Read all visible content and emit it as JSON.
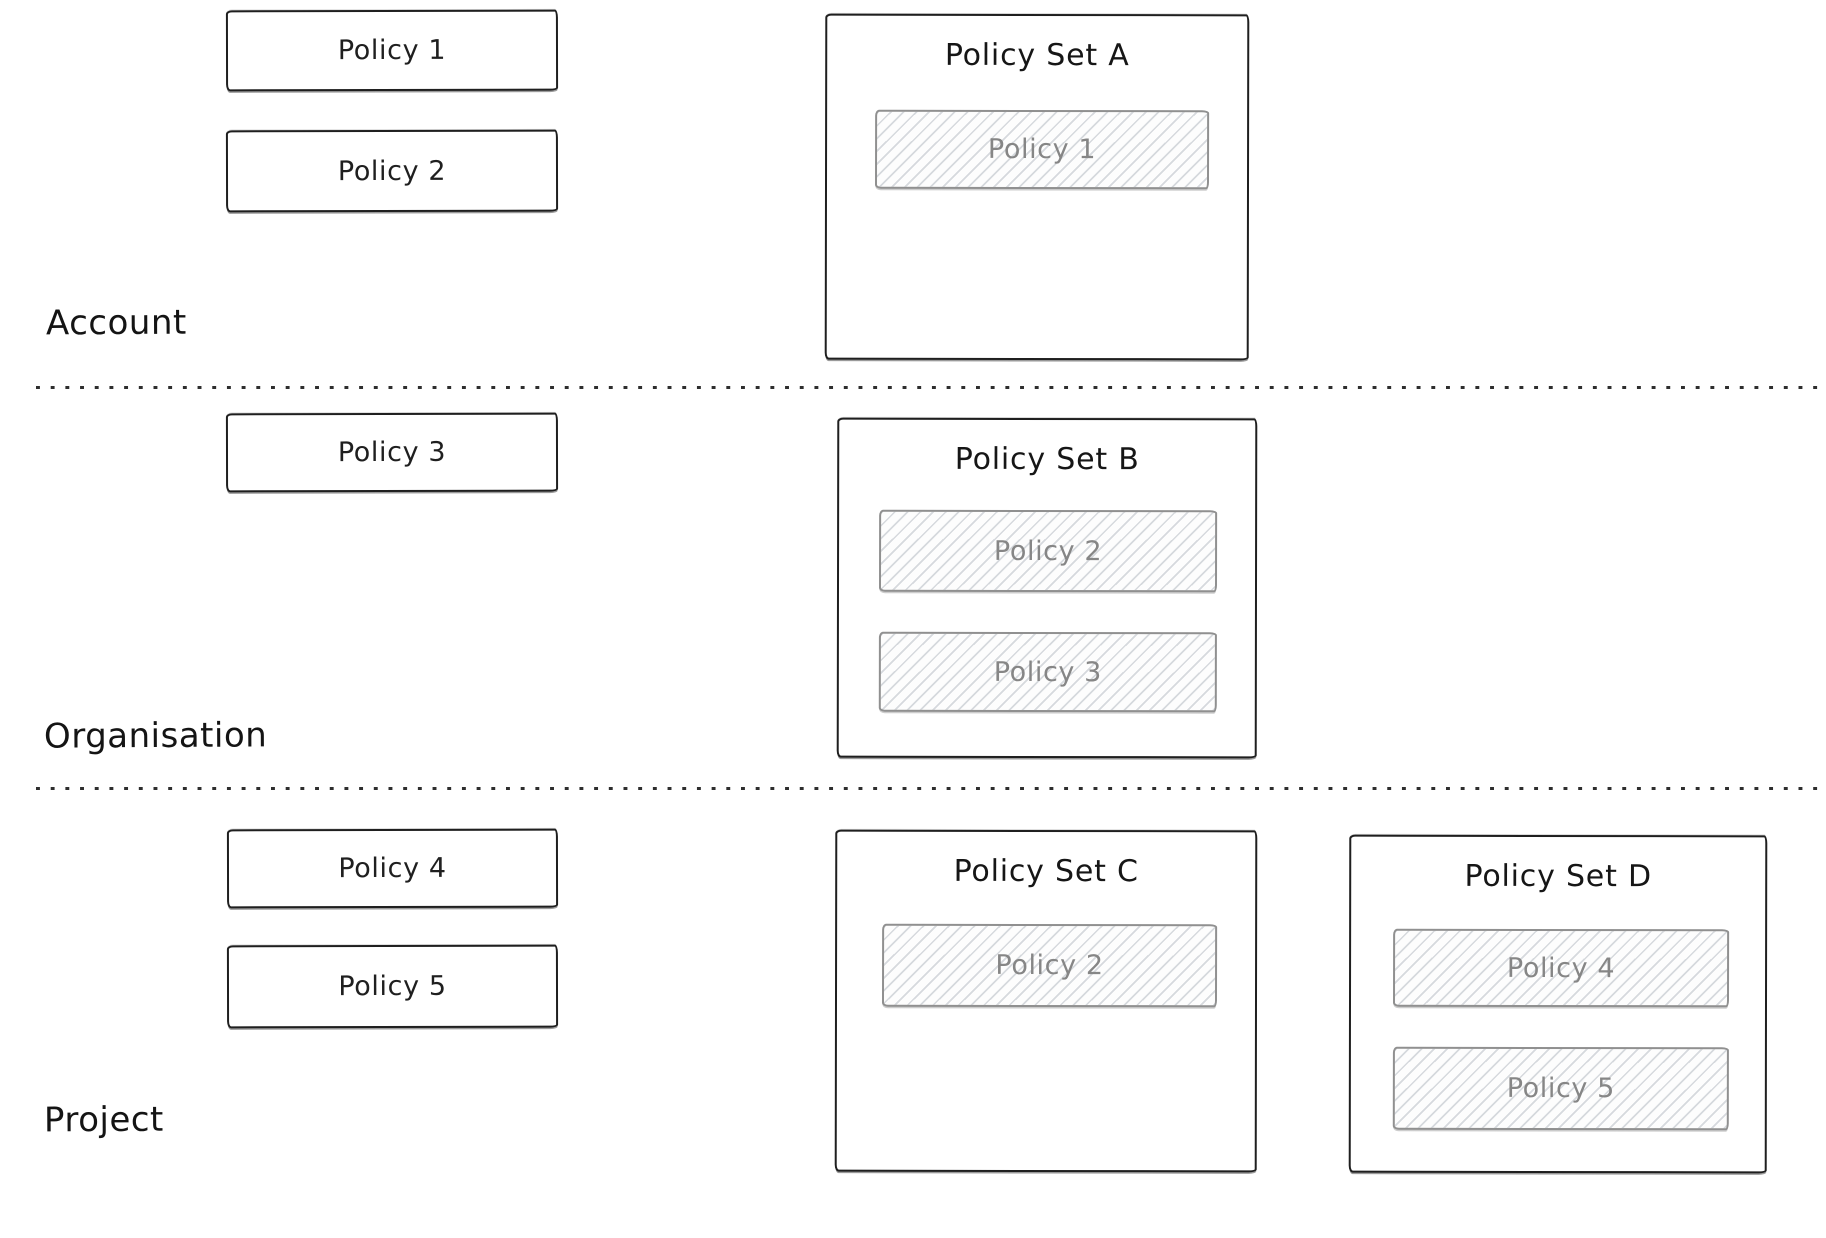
{
  "diagram": {
    "type": "policy-hierarchy-sketch",
    "colors": {
      "ink": "#1f1f1f",
      "hatch_border": "#909090",
      "hatch_line": "#b0b6be",
      "hatch_text": "#868686",
      "background": "#ffffff"
    }
  },
  "tiers": [
    {
      "label": "Account",
      "policies": [
        "Policy 1",
        "Policy 2"
      ],
      "policy_sets": [
        {
          "name": "Policy Set A",
          "members": [
            "Policy 1"
          ]
        }
      ]
    },
    {
      "label": "Organisation",
      "policies": [
        "Policy 3"
      ],
      "policy_sets": [
        {
          "name": "Policy Set B",
          "members": [
            "Policy 2",
            "Policy 3"
          ]
        }
      ]
    },
    {
      "label": "Project",
      "policies": [
        "Policy 4",
        "Policy 5"
      ],
      "policy_sets": [
        {
          "name": "Policy Set C",
          "members": [
            "Policy 2"
          ]
        },
        {
          "name": "Policy Set D",
          "members": [
            "Policy 4",
            "Policy 5"
          ]
        }
      ]
    }
  ]
}
